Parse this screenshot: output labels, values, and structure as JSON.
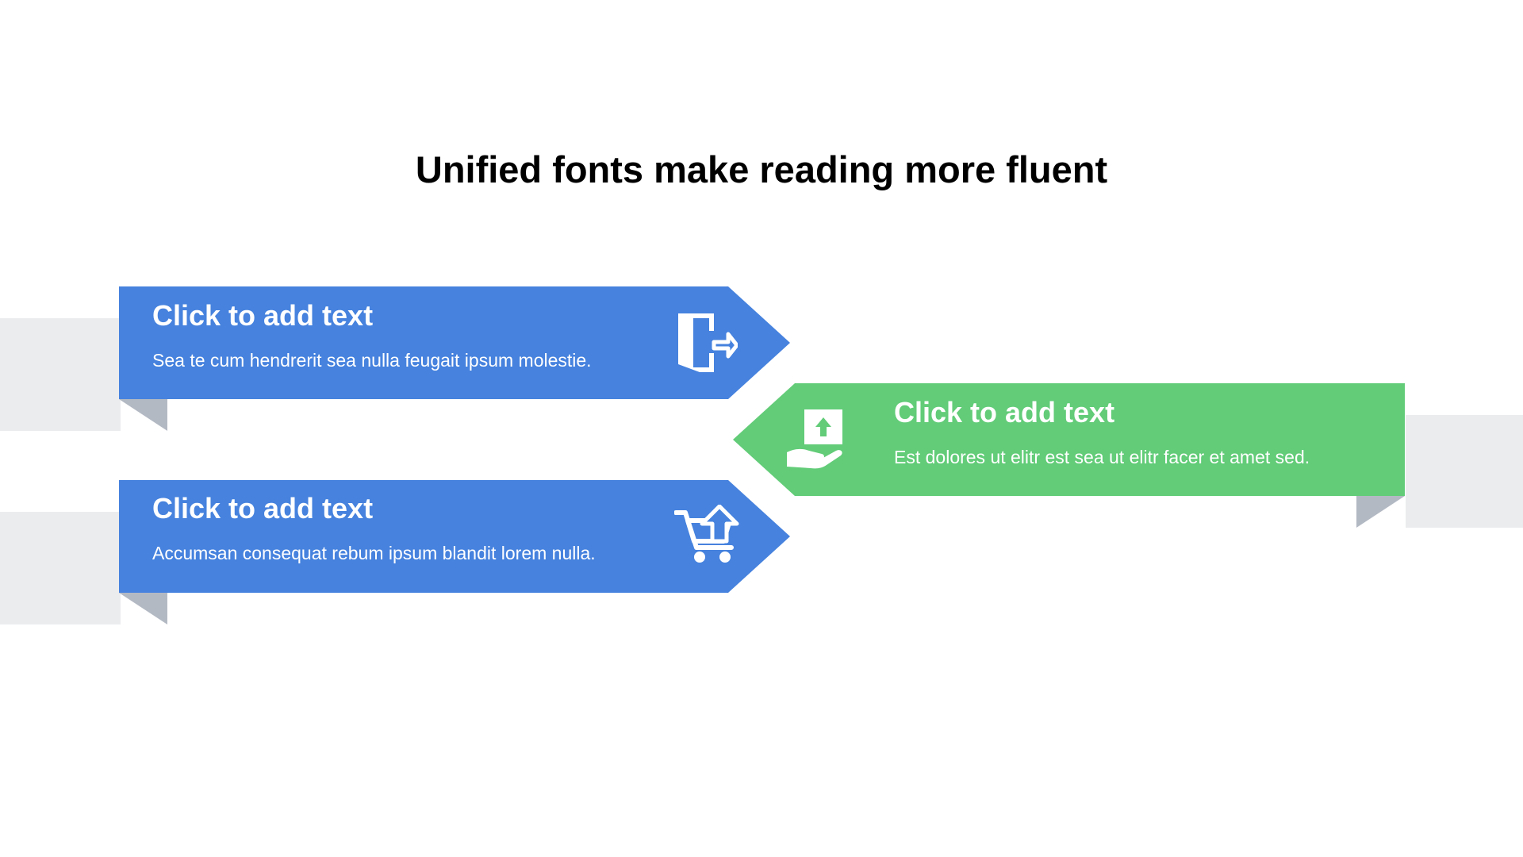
{
  "title": "Unified fonts make reading more fluent",
  "colors": {
    "blue": "#4682de",
    "green": "#62cc78",
    "band": "#ebecee",
    "fold": "#b3b9c3"
  },
  "items": [
    {
      "heading": "Click to add text",
      "description": "Sea te cum hendrerit sea nulla feugait ipsum molestie.",
      "icon": "exit-door-icon",
      "color": "blue"
    },
    {
      "heading": "Click to add text",
      "description": "Est dolores ut elitr est sea ut elitr facer et amet sed.",
      "icon": "hand-upload-box-icon",
      "color": "green"
    },
    {
      "heading": "Click to add text",
      "description": "Accumsan consequat rebum ipsum blandit lorem nulla.",
      "icon": "cart-upload-icon",
      "color": "blue"
    }
  ]
}
